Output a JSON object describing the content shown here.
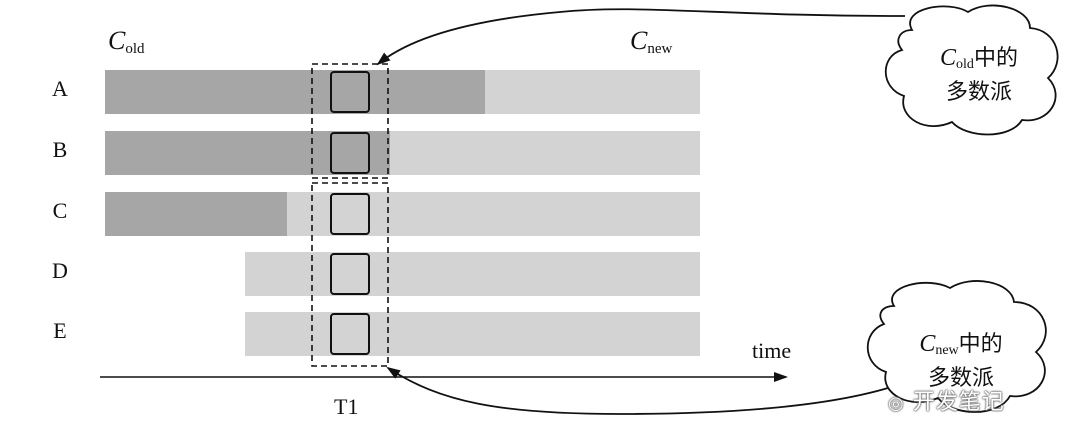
{
  "rows": [
    "A",
    "B",
    "C",
    "D",
    "E"
  ],
  "labels": {
    "c_old": "C",
    "c_old_sub": "old",
    "c_new": "C",
    "c_new_sub": "new",
    "time": "time",
    "t1": "T1"
  },
  "clouds": {
    "old_majority": {
      "symbol": "C",
      "sub": "old",
      "line1_suffix": "中的",
      "line2": "多数派"
    },
    "new_majority": {
      "symbol": "C",
      "sub": "new",
      "line1_suffix": "中的",
      "line2": "多数派"
    }
  },
  "watermark": "开发笔记",
  "colors": {
    "old_config": "#a6a6a6",
    "new_config": "#d3d3d3",
    "line": "#111111"
  }
}
